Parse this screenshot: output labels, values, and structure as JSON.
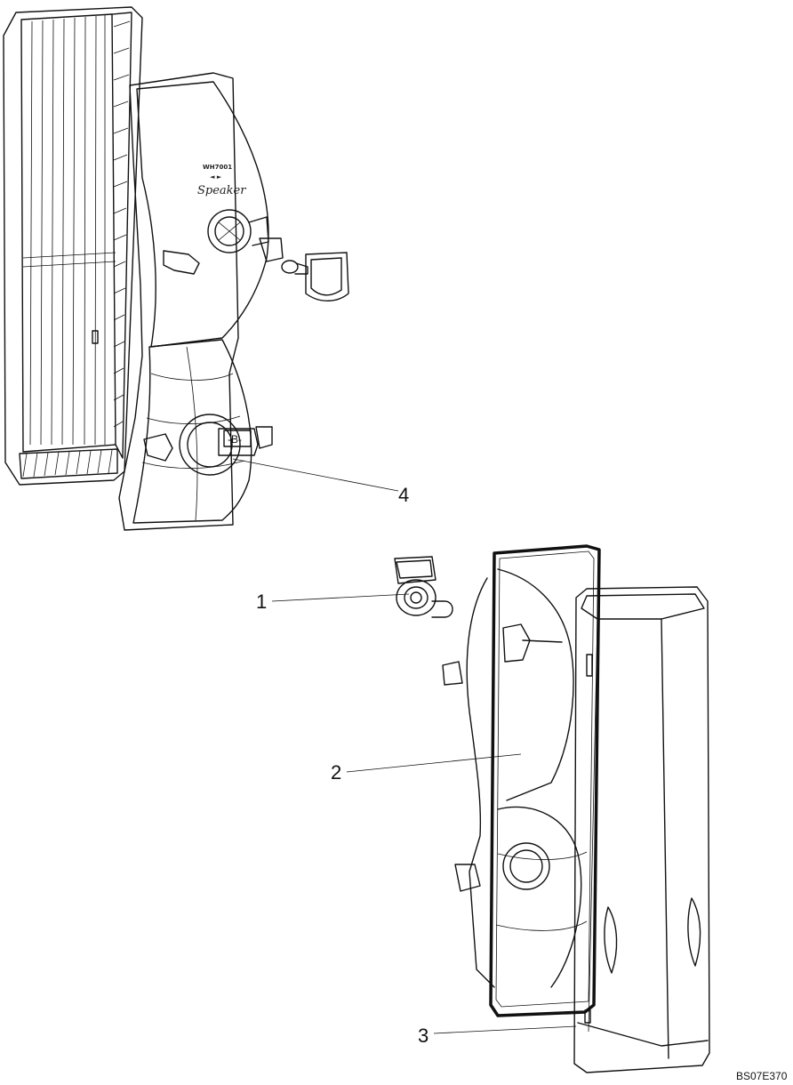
{
  "diagram": {
    "callouts": [
      {
        "id": "1",
        "label": "1"
      },
      {
        "id": "2",
        "label": "2"
      },
      {
        "id": "3",
        "label": "3"
      },
      {
        "id": "4",
        "label": "4"
      }
    ],
    "drawing_code": "BS07E370",
    "housing_marking": {
      "code": "WH7001",
      "arrow": "◄ ►",
      "brand": "Speaker"
    },
    "socket_marking": "-B-"
  }
}
